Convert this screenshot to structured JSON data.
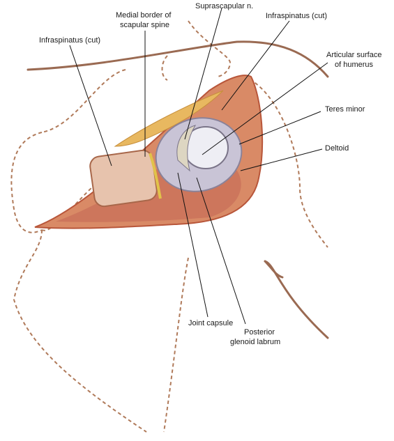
{
  "labels": {
    "suprascapular": "Suprascapular n.",
    "medial_border_1": "Medial border of",
    "medial_border_2": "scapular spine",
    "infraspinatus_left": "Infraspinatus (cut)",
    "infraspinatus_right": "Infraspinatus (cut)",
    "articular_1": "Articular surface",
    "articular_2": "of humerus",
    "teres_minor": "Teres minor",
    "deltoid": "Deltoid",
    "joint_capsule": "Joint capsule",
    "posterior_1": "Posterior",
    "posterior_2": "glenoid labrum"
  },
  "colors": {
    "muscle": "#d98a66",
    "muscle_dark": "#b8563a",
    "fat": "#e8b860",
    "capsule": "#c9c4d6",
    "cartilage": "#e6e6ee",
    "skin_line": "#9a6a52"
  }
}
